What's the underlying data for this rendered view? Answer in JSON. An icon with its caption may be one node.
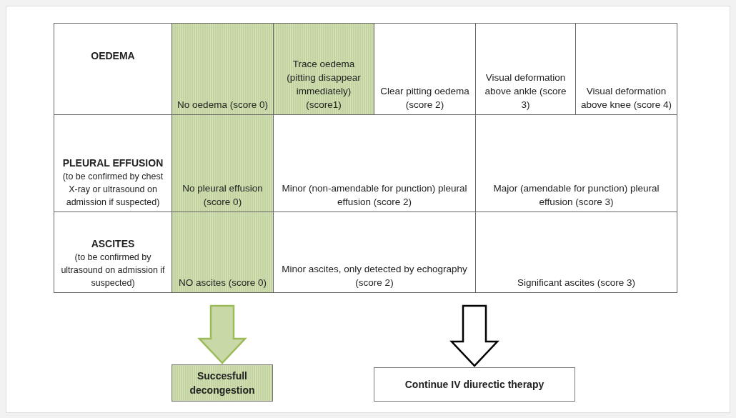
{
  "diagram": {
    "nodes": [
      {
        "text": [
          "Succesfull decongestion"
        ]
      },
      {
        "text": [
          "Continue IV diurectic therapy"
        ]
      }
    ],
    "edges": [
      {
        "from": null,
        "to": 0,
        "arrow": "to",
        "color": "#9bbb59"
      },
      {
        "from": null,
        "to": 1,
        "arrow": "to"
      }
    ],
    "labels": [
      "OEDEMA",
      "No oedema (score 0)",
      "Trace oedema (pitting disappear immediately) (score1)",
      "Clear pitting oedema (score 2)",
      "Visual deformation above ankle (score 3)",
      "Visual deformation above knee (score 4)",
      "PLEURAL EFFUSION",
      "(to be confirmed by chest X-ray or ultrasound on admission if suspected)",
      "No pleural effusion (score 0)",
      "Minor (non-amendable for punction) pleural effusion (score 2)",
      "Major (amendable for punction) pleural effusion (score 3)",
      "ASCITES",
      "(to be confirmed by ultrasound on admission if suspected)",
      "NO ascites (score 0)",
      "Minor ascites, only detected by echography (score 2)",
      "Significant ascites (score 3)"
    ]
  }
}
